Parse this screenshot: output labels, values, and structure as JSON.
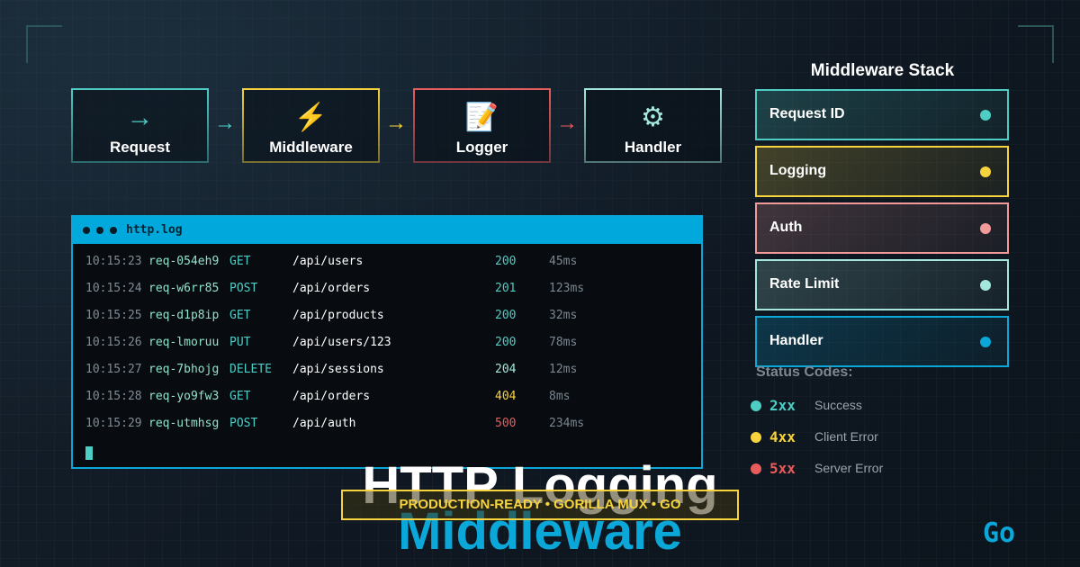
{
  "flow": {
    "steps": [
      {
        "icon": "arrow-right-icon",
        "glyph": "→",
        "label": "Request",
        "color": "#4ecdc4"
      },
      {
        "icon": "lightning-icon",
        "glyph": "⚡",
        "label": "Middleware",
        "color": "#f7d33e"
      },
      {
        "icon": "memo-icon",
        "glyph": "📝",
        "label": "Logger",
        "color": "#e85c5c"
      },
      {
        "icon": "gear-icon",
        "glyph": "⚙",
        "label": "Handler",
        "color": "#a5e6dd"
      }
    ],
    "connectors": [
      {
        "glyph": "→",
        "color": "#4ecdc4"
      },
      {
        "glyph": "→",
        "color": "#f7d33e"
      },
      {
        "glyph": "→",
        "color": "#e85c5c"
      }
    ]
  },
  "terminal": {
    "title": "http.log",
    "rows": [
      {
        "time": "10:15:23",
        "id": "req-054eh9",
        "method": "GET",
        "path": "/api/users",
        "status": "200",
        "duration": "45ms",
        "status_color": "#4ecdc4"
      },
      {
        "time": "10:15:24",
        "id": "req-w6rr85",
        "method": "POST",
        "path": "/api/orders",
        "status": "201",
        "duration": "123ms",
        "status_color": "#4ecdc4"
      },
      {
        "time": "10:15:25",
        "id": "req-d1p8ip",
        "method": "GET",
        "path": "/api/products",
        "status": "200",
        "duration": "32ms",
        "status_color": "#4ecdc4"
      },
      {
        "time": "10:15:26",
        "id": "req-lmoruu",
        "method": "PUT",
        "path": "/api/users/123",
        "status": "200",
        "duration": "78ms",
        "status_color": "#4ecdc4"
      },
      {
        "time": "10:15:27",
        "id": "req-7bhojg",
        "method": "DELETE",
        "path": "/api/sessions",
        "status": "204",
        "duration": "12ms",
        "status_color": "#a5e6dd"
      },
      {
        "time": "10:15:28",
        "id": "req-yo9fw3",
        "method": "GET",
        "path": "/api/orders",
        "status": "404",
        "duration": "8ms",
        "status_color": "#f7d33e"
      },
      {
        "time": "10:15:29",
        "id": "req-utmhsg",
        "method": "POST",
        "path": "/api/auth",
        "status": "500",
        "duration": "234ms",
        "status_color": "#e85c5c"
      }
    ]
  },
  "stack": {
    "title": "Middleware Stack",
    "items": [
      {
        "label": "Request ID",
        "color": "#4ecdc4"
      },
      {
        "label": "Logging",
        "color": "#f7d33e"
      },
      {
        "label": "Auth",
        "color": "#f29a9a"
      },
      {
        "label": "Rate Limit",
        "color": "#a5e6dd"
      },
      {
        "label": "Handler",
        "color": "#0aa7d8"
      }
    ]
  },
  "status_codes": {
    "title": "Status Codes:",
    "items": [
      {
        "code": "2xx",
        "desc": "Success",
        "color": "#4ecdc4"
      },
      {
        "code": "4xx",
        "desc": "Client Error",
        "color": "#f7d33e"
      },
      {
        "code": "5xx",
        "desc": "Server Error",
        "color": "#e85c5c"
      }
    ]
  },
  "headline": {
    "line1": "HTTP Logging",
    "line2": "Middleware",
    "tagline": "PRODUCTION-READY • GORILLA MUX • GO"
  },
  "logo": {
    "text": "Go"
  }
}
